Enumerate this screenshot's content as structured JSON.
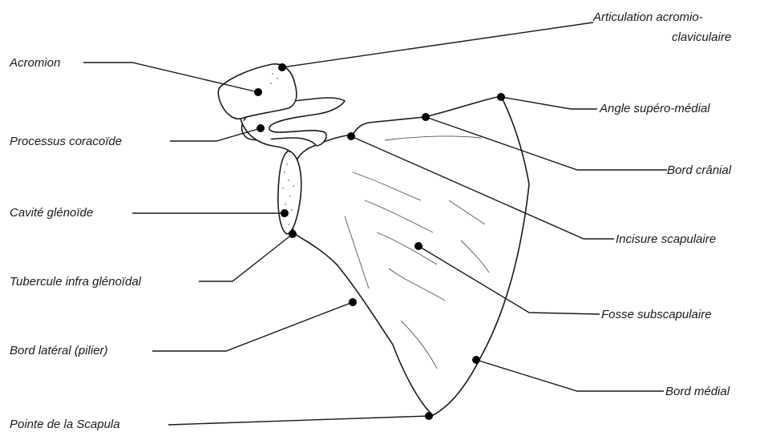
{
  "labels": {
    "acromion": "Acromion",
    "processus_coracoide": "Processus coracoïde",
    "cavite_glenoide": "Cavité glénoïde",
    "tubercule_infra_glenoidal": "Tubercule infra glénoïdal",
    "bord_lateral": "Bord latéral (pilier)",
    "pointe_scapula": "Pointe de la Scapula",
    "articulation_line1": "Articulation acromio-",
    "articulation_line2": "claviculaire",
    "angle_supero_medial": "Angle supéro-médial",
    "bord_cranial": "Bord crânial",
    "incisure_scapulaire": "Incisure scapulaire",
    "fosse_subscapulaire": "Fosse subscapulaire",
    "bord_medial": "Bord médial"
  },
  "colors": {
    "ink": "#1a1a1a",
    "background": "#ffffff"
  }
}
